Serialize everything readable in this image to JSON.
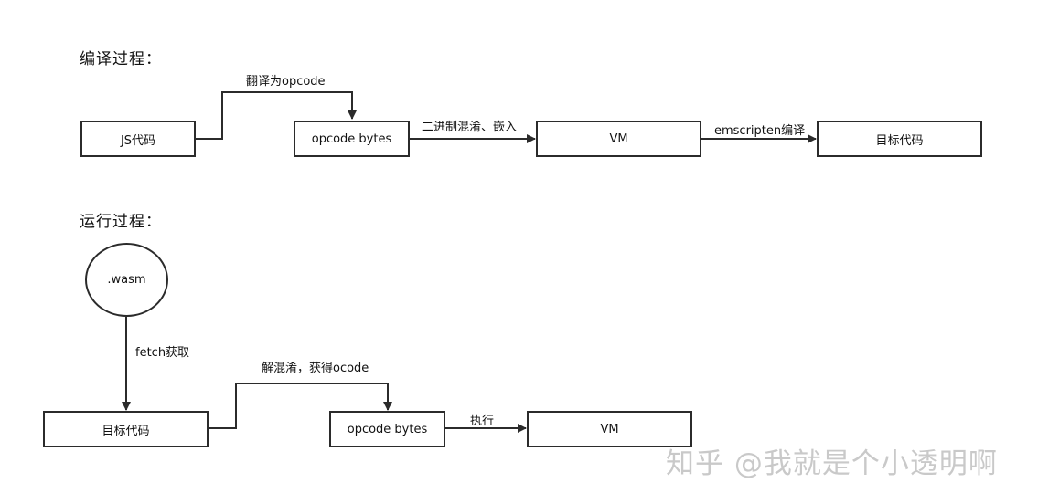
{
  "compile": {
    "heading": "编译过程：",
    "nodes": [
      "JS代码",
      "opcode bytes",
      "VM",
      "目标代码"
    ],
    "edges": [
      "翻译为opcode",
      "二进制混淆、嵌入",
      "emscripten编译"
    ]
  },
  "runtime": {
    "heading": "运行过程：",
    "start": ".wasm",
    "nodes": [
      "目标代码",
      "opcode bytes",
      "VM"
    ],
    "edges": [
      "fetch获取",
      "解混淆，获得ocode",
      "执行"
    ]
  },
  "watermark": "知乎 @我就是个小透明啊",
  "colors": {
    "stroke": "#2b2b2b",
    "watermark": "#c9c9c9"
  }
}
